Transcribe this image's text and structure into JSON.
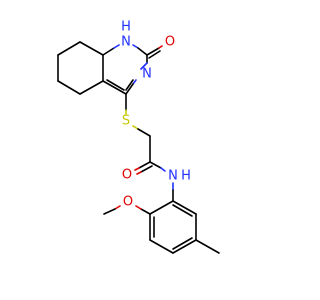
{
  "molecule": {
    "colors": {
      "carbon_bond": "#000000",
      "nitrogen": "#2030ff",
      "oxygen": "#e00000",
      "sulfur": "#c8c800"
    },
    "labels": {
      "nh_top": "N",
      "nh_top_h": "H",
      "o_ring": "O",
      "n_ring": "N",
      "s": "S",
      "o_amide": "O",
      "nh_amide": "N",
      "nh_amide_h": "H",
      "o_methoxy": "O"
    }
  }
}
